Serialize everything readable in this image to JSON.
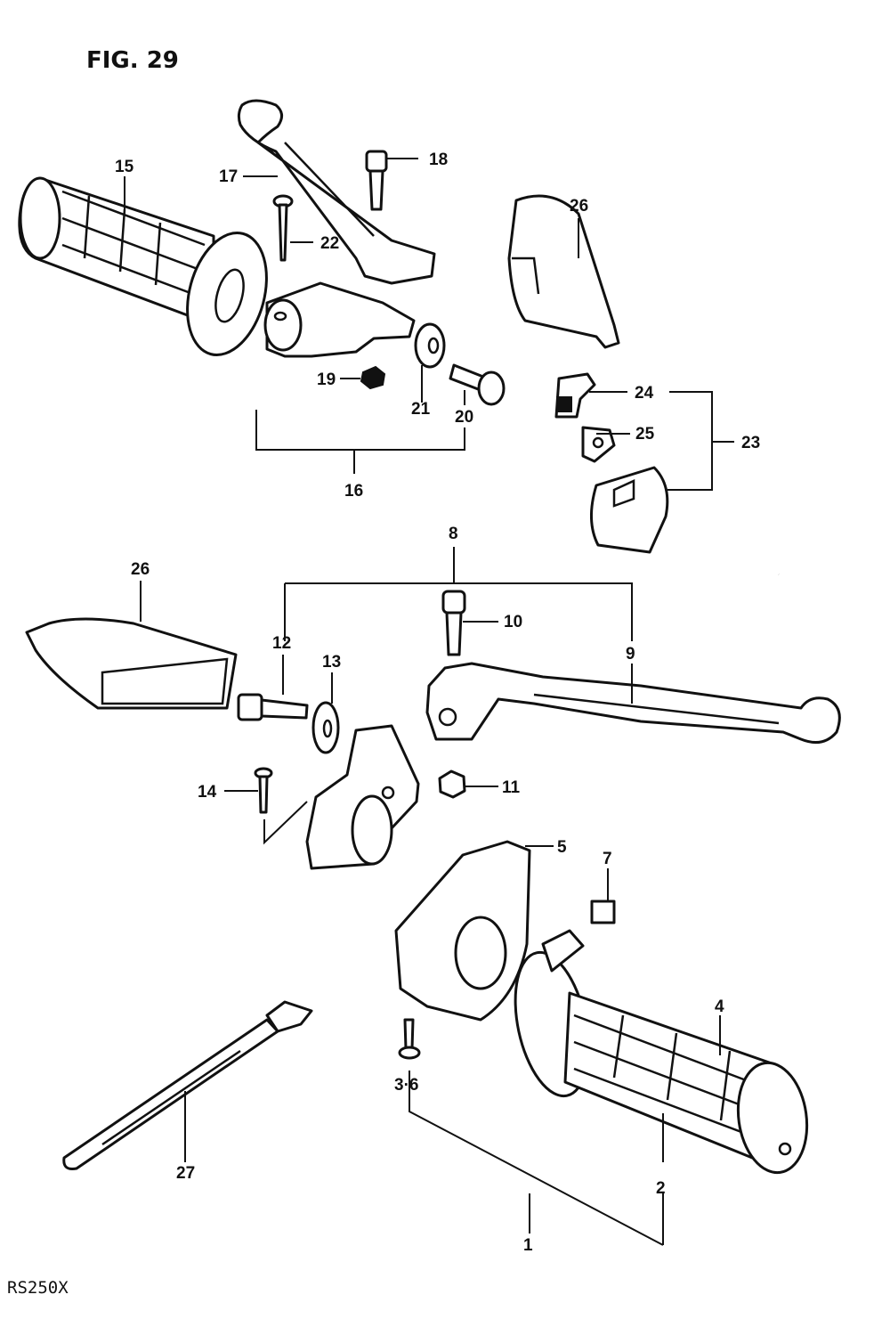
{
  "figure": {
    "title": "FIG. 29",
    "model": "RS250X"
  },
  "callouts": {
    "c1": "1",
    "c2": "2",
    "c36": "3·6",
    "c4": "4",
    "c5": "5",
    "c7": "7",
    "c8": "8",
    "c9": "9",
    "c10": "10",
    "c11": "11",
    "c12": "12",
    "c13": "13",
    "c14": "14",
    "c15": "15",
    "c16": "16",
    "c17": "17",
    "c18": "18",
    "c19": "19",
    "c20": "20",
    "c21": "21",
    "c22": "22",
    "c23": "23",
    "c24": "24",
    "c25": "25",
    "c26a": "26",
    "c26b": "26",
    "c27": "27"
  },
  "colors": {
    "ink": "#111111",
    "paper": "#ffffff"
  }
}
